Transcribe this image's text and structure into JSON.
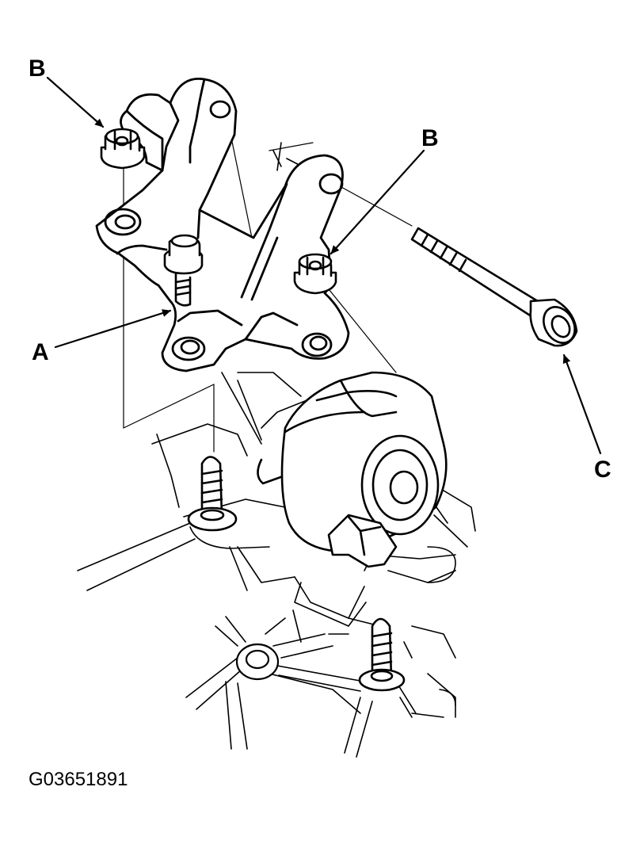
{
  "callouts": {
    "b_upper_left": "B",
    "b_upper_right": "B",
    "a": "A",
    "c": "C"
  },
  "figure_id": "G03651891",
  "colors": {
    "line": "#000000",
    "background": "#ffffff"
  }
}
